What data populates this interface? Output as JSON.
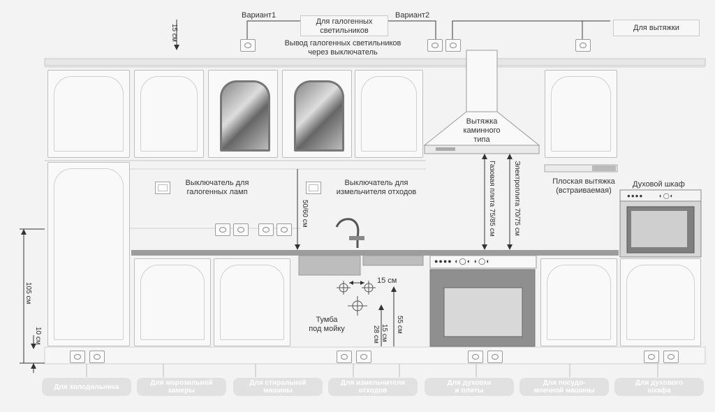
{
  "top": {
    "variant1": "Вариант1",
    "variant2": "Вариант2",
    "halogen_box": "Для галогенных\nсветильников",
    "halogen_output": "Вывод галогенных светильников\nчерез выключатель",
    "hood_box": "Для вытяжки",
    "gap_15": "15 см"
  },
  "hood": {
    "fireplace_label": "Вытяжка\nкаминного\nтипа",
    "flat_label": "Плоская вытяжка\n(встраиваемая)",
    "gas": "Газовая плита 75/85 см",
    "electric": "Электроплита 70/75 см"
  },
  "switches": {
    "halogen": "Выключатель для\nгалогенных ламп",
    "grinder": "Выключатель для\nизмельчителя отходов"
  },
  "dims": {
    "d5060": "50/60 см",
    "d105": "105 см",
    "d10": "10 см",
    "d15h": "15 см",
    "d15v": "15 см",
    "d28": "28 см",
    "d55": "55 см"
  },
  "oven": {
    "label": "Духовой шкаф"
  },
  "sink": {
    "label": "Тумба\nпод мойку"
  },
  "bottom_pills": [
    "Для холодильника",
    "Для морозильной\nкамеры",
    "Для стиральной\nмашины",
    "Для измельчителя\nотходов",
    "Для духовки\nи плиты",
    "Для посудо-\nмоечной машины",
    "Для духового\nшкафа"
  ],
  "colors": {
    "pill": "#e1e1e1",
    "line": "#3a3a3a",
    "counter": "#9c9c9c"
  }
}
